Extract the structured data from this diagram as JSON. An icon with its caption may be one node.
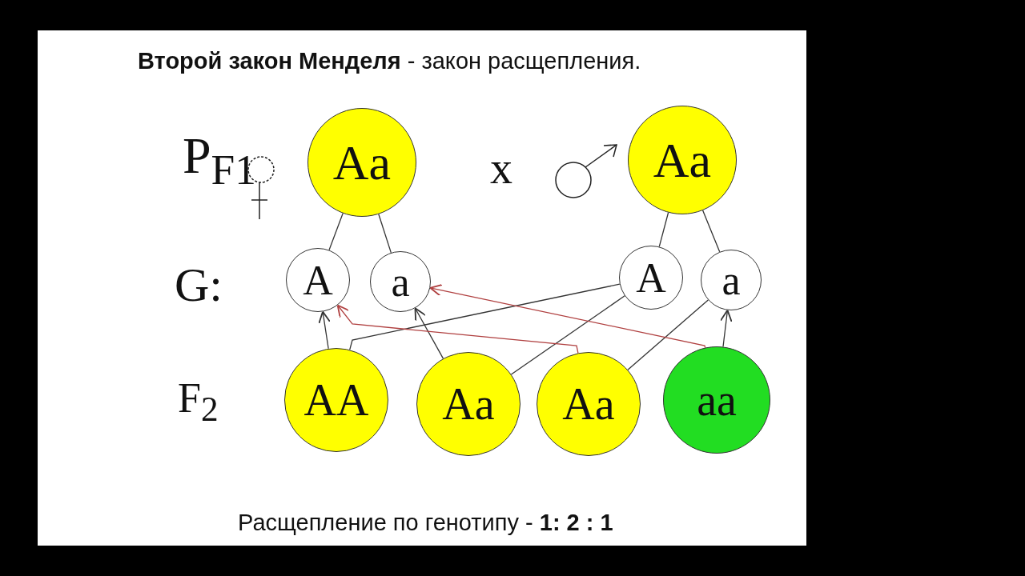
{
  "diagram": {
    "title": "**Второй закон Менделя** - закон расщепления.",
    "caption": "Расщепление по генотипу - **1: 2 : 1**",
    "nodes": [
      {
        "text": [
          "Aa"
        ]
      },
      {
        "text": [
          "Aa"
        ]
      },
      {
        "text": [
          "A"
        ]
      },
      {
        "text": [
          "a"
        ]
      },
      {
        "text": [
          "A"
        ]
      },
      {
        "text": [
          "a"
        ]
      },
      {
        "text": [
          "AA"
        ]
      },
      {
        "text": [
          "Aa"
        ]
      },
      {
        "text": [
          "Aa"
        ]
      },
      {
        "text": [
          "aa"
        ]
      }
    ],
    "edges": [
      {
        "from": 0,
        "to": 2,
        "arrow": "none"
      },
      {
        "from": 0,
        "to": 3,
        "arrow": "none"
      },
      {
        "from": 1,
        "to": 4,
        "arrow": "none"
      },
      {
        "from": 1,
        "to": 5,
        "arrow": "none"
      },
      {
        "from": 6,
        "to": 2,
        "arrow": "to"
      },
      {
        "from": 6,
        "to": 4,
        "arrow": "none"
      },
      {
        "from": 7,
        "to": 4,
        "arrow": "none"
      },
      {
        "from": 7,
        "to": 3,
        "arrow": "to"
      },
      {
        "from": 8,
        "to": 2,
        "arrow": "to",
        "color": "#b04040"
      },
      {
        "from": 8,
        "to": 5,
        "arrow": "none"
      },
      {
        "from": 9,
        "to": 3,
        "arrow": "to",
        "color": "#b04040"
      },
      {
        "from": 9,
        "to": 5,
        "arrow": "to"
      }
    ],
    "labels": [
      "P$_{F1}$",
      "x",
      "G:",
      "F$_{2}$"
    ]
  }
}
